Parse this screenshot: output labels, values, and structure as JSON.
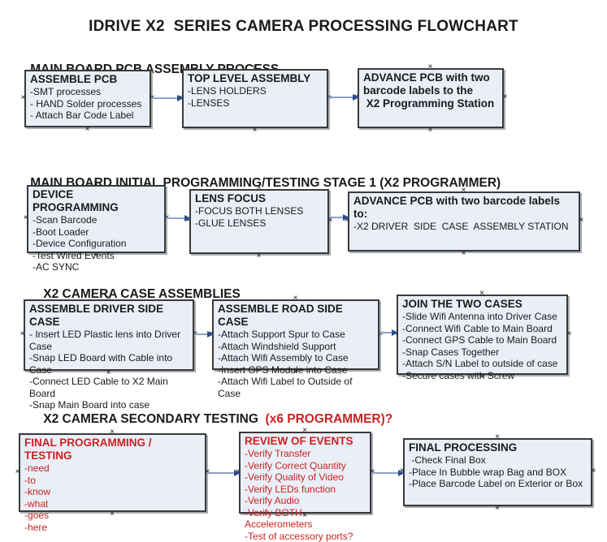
{
  "title": "IDRIVE X2  SERIES CAMERA PROCESSING FLOWCHART",
  "colors": {
    "box_fill": "#e9eef7",
    "box_border": "#3a3a3a",
    "arrow_line": "#8ba3c7",
    "arrow_head": "#2e4d8f",
    "red_text": "#cc2121",
    "black_text": "#1a1a1a"
  },
  "sections": [
    {
      "heading": "MAIN BOARD PCB ASSEMBLY PROCESS",
      "boxes": [
        {
          "title": "ASSEMBLE PCB",
          "lines": [
            "-SMT processes",
            "- HAND Solder processes",
            "- Attach Bar Code Label"
          ]
        },
        {
          "title": "TOP LEVEL ASSEMBLY",
          "lines": [
            "-LENS HOLDERS",
            "-LENSES"
          ]
        },
        {
          "title": "ADVANCE PCB with two\nbarcode labels to the\n X2 Programming Station",
          "lines": []
        }
      ]
    },
    {
      "heading": "MAIN BOARD INITIAL PROGRAMMING/TESTING STAGE 1 (X2 PROGRAMMER)",
      "boxes": [
        {
          "title": "DEVICE PROGRAMMING",
          "lines": [
            "-Scan Barcode",
            "-Boot Loader",
            "-Device Configuration",
            "-Test Wired Events",
            "-AC SYNC"
          ]
        },
        {
          "title": "LENS FOCUS",
          "lines": [
            "-FOCUS BOTH LENSES",
            "-GLUE LENSES"
          ]
        },
        {
          "title": "ADVANCE PCB with two barcode labels to:",
          "lines": [
            "-X2 DRIVER  SIDE  CASE  ASSEMBLY STATION"
          ]
        }
      ]
    },
    {
      "heading": "X2 CAMERA CASE ASSEMBLIES",
      "boxes": [
        {
          "title": "ASSEMBLE DRIVER SIDE CASE",
          "lines": [
            "- Insert LED Plastic lens into Driver Case",
            "-Snap LED Board with Cable into Case",
            "-Connect LED Cable to X2 Main Board",
            "-Snap Main Board into case"
          ]
        },
        {
          "title": "ASSEMBLE ROAD SIDE CASE",
          "lines": [
            "-Attach Support Spur to Case",
            "-Attach Windshield Support",
            "-Attach Wifi Assembly to Case",
            "-Insert GPS Module into Case",
            "-Attach Wifi Label to Outside of Case"
          ]
        },
        {
          "title": "JOIN THE TWO CASES",
          "lines": [
            "-Slide Wifi Antenna into Driver Case",
            "-Connect Wifi Cable to Main Board",
            "-Connect GPS Cable to Main Board",
            "-Snap Cases Together",
            "-Attach S/N Label to outside of case",
            "-Secure cases with Screw"
          ]
        }
      ]
    },
    {
      "heading": "X2 CAMERA SECONDARY TESTING  ",
      "heading_red": "(x6 PROGRAMMER)?",
      "boxes": [
        {
          "title": "FINAL PROGRAMMING / TESTING",
          "lines": [
            "-need",
            "-to",
            "-know",
            "-what",
            "-goes",
            "-here"
          ]
        },
        {
          "title": "REVIEW OF EVENTS",
          "lines": [
            "-Verify Transfer",
            "-Verify Correct Quantity",
            "-Verify Quality of Video",
            "-Verify LEDs function",
            "-Verify Audio",
            "-Verify BOTH Accelerometers",
            "-Test of accessory ports?"
          ]
        },
        {
          "title": "FINAL PROCESSING",
          "lines": [
            " -Check Final Box",
            "-Place In Bubble wrap Bag and BOX",
            "-Place Barcode Label on Exterior or Box"
          ]
        }
      ]
    }
  ]
}
